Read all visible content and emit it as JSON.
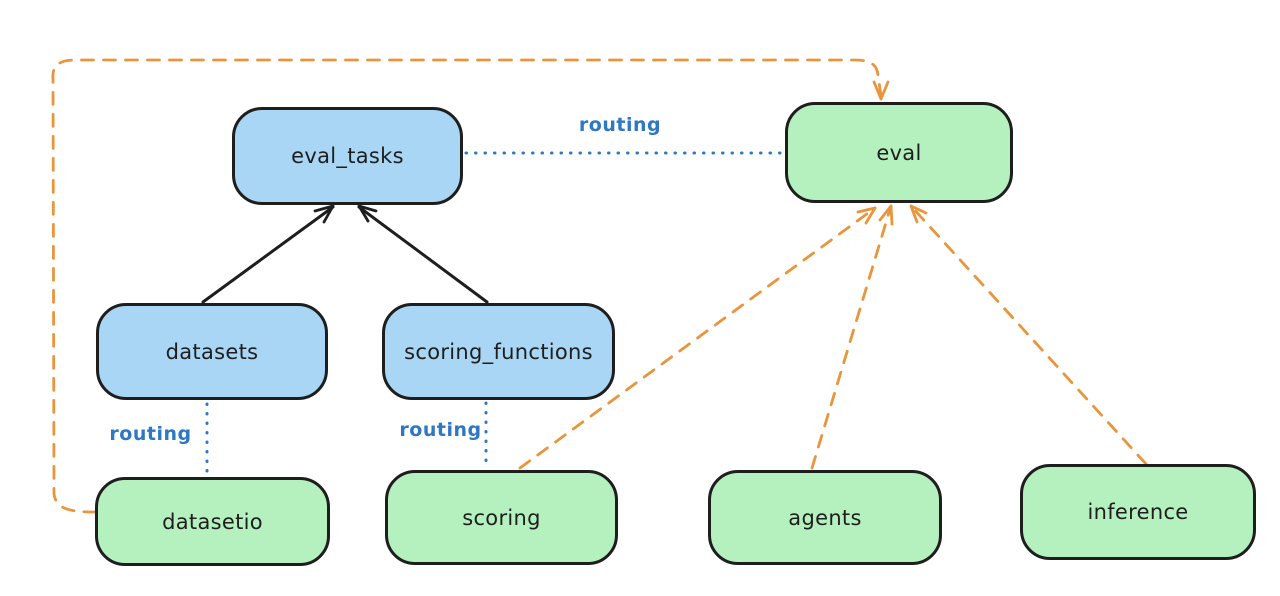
{
  "diagram": {
    "type": "architecture-diagram",
    "background": "#ffffff",
    "colors": {
      "api_fill": "#a8d6f4",
      "provider_fill": "#b5f1bf",
      "stroke": "#1e1e1e",
      "routing_blue": "#2d77c4",
      "provider_orange": "#e8953c"
    },
    "nodes": {
      "eval_tasks": {
        "label": "eval_tasks",
        "kind": "api"
      },
      "eval": {
        "label": "eval",
        "kind": "provider"
      },
      "datasets": {
        "label": "datasets",
        "kind": "api"
      },
      "scoring_functions": {
        "label": "scoring_functions",
        "kind": "api"
      },
      "datasetio": {
        "label": "datasetio",
        "kind": "provider"
      },
      "scoring": {
        "label": "scoring",
        "kind": "provider"
      },
      "agents": {
        "label": "agents",
        "kind": "provider"
      },
      "inference": {
        "label": "inference",
        "kind": "provider"
      }
    },
    "labels": {
      "routing_top": "routing",
      "routing_datasets": "routing",
      "routing_scoring": "routing"
    },
    "edges": [
      {
        "from": "datasets",
        "to": "eval_tasks",
        "style": "solid-black-arrow"
      },
      {
        "from": "scoring_functions",
        "to": "eval_tasks",
        "style": "solid-black-arrow"
      },
      {
        "from": "eval_tasks",
        "to": "eval",
        "style": "dotted-blue",
        "label": "routing"
      },
      {
        "from": "datasets",
        "to": "datasetio",
        "style": "dotted-blue",
        "label": "routing"
      },
      {
        "from": "scoring_functions",
        "to": "scoring",
        "style": "dotted-blue",
        "label": "routing"
      },
      {
        "from": "scoring",
        "to": "eval",
        "style": "dashed-orange-arrow"
      },
      {
        "from": "agents",
        "to": "eval",
        "style": "dashed-orange-arrow"
      },
      {
        "from": "inference",
        "to": "eval",
        "style": "dashed-orange-arrow"
      },
      {
        "from": "datasetio",
        "to": "eval",
        "style": "dashed-orange-arrow-loop"
      }
    ]
  }
}
